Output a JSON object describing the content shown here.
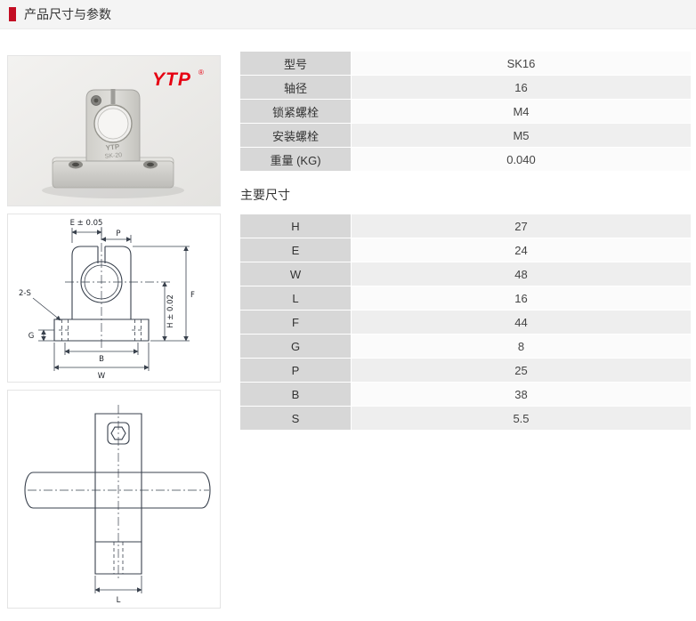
{
  "header": {
    "title": "产品尺寸与参数"
  },
  "colors": {
    "accent": "#c30d23",
    "label_bg": "#d7d7d7",
    "brand_red": "#e60012"
  },
  "spec_table": {
    "rows": [
      {
        "label": "型号",
        "value": "SK16"
      },
      {
        "label": "轴径",
        "value": "16"
      },
      {
        "label": "锁紧螺栓",
        "value": "M4"
      },
      {
        "label": "安装螺栓",
        "value": "M5"
      },
      {
        "label": "重量 (KG)",
        "value": "0.040"
      }
    ]
  },
  "dimensions": {
    "title": "主要尺寸",
    "rows": [
      {
        "label": "H",
        "value": "27"
      },
      {
        "label": "E",
        "value": "24"
      },
      {
        "label": "W",
        "value": "48"
      },
      {
        "label": "L",
        "value": "16"
      },
      {
        "label": "F",
        "value": "44"
      },
      {
        "label": "G",
        "value": "8"
      },
      {
        "label": "P",
        "value": "25"
      },
      {
        "label": "B",
        "value": "38"
      },
      {
        "label": "S",
        "value": "5.5"
      }
    ]
  },
  "images": {
    "photo": {
      "brand": "YTP",
      "reg": "®",
      "engraving_line1": "YTP",
      "engraving_line2": "SK-20"
    },
    "front": {
      "dim_e": "E ± 0.05",
      "dim_p": "P",
      "dim_2s": "2-S",
      "dim_g": "G",
      "dim_h": "H ± 0.02",
      "dim_f": "F",
      "dim_b": "B",
      "dim_w": "W"
    },
    "side": {
      "dim_l": "L"
    }
  }
}
